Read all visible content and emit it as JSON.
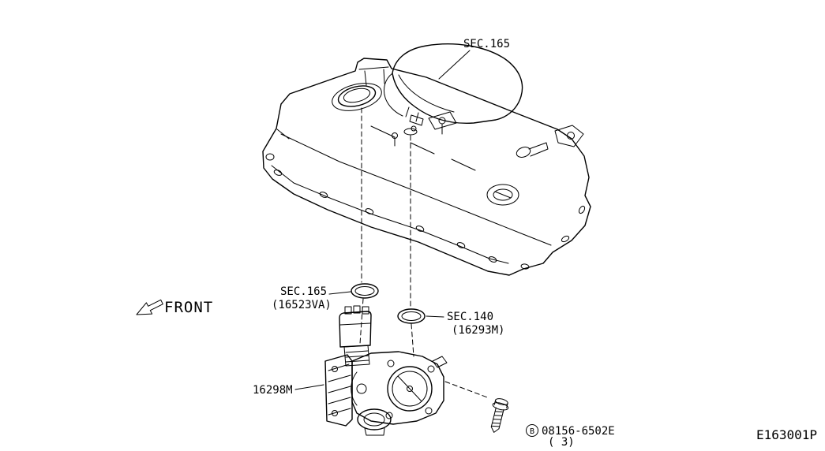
{
  "colors": {
    "line": "#000000",
    "background": "#ffffff"
  },
  "orientation": {
    "front": "FRONT"
  },
  "drawing": {
    "code": "E163001P"
  },
  "callouts": {
    "duct": {
      "section": "SEC.165"
    },
    "gasket_upper": {
      "section": "SEC.165",
      "part": "(16523VA)"
    },
    "gasket_lower": {
      "section": "SEC.140",
      "part": "(16293M)"
    },
    "throttle_chamber": {
      "part": "16298M"
    },
    "bolt": {
      "marker": "B",
      "part": "08156-6502E",
      "qty": "( 3)"
    }
  }
}
